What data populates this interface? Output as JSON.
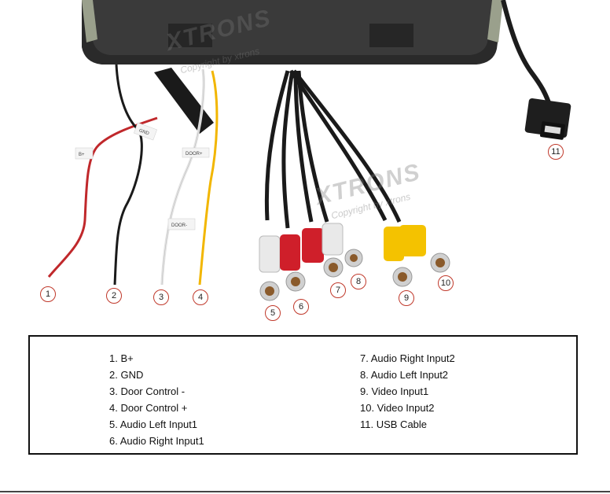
{
  "watermark": {
    "brand": "XTRONS",
    "copyright": "Copyright by xtrons"
  },
  "tags": {
    "b_plus": "B+",
    "gnd": "GND",
    "door_plus": "DOOR+",
    "door_minus": "DOOR-"
  },
  "callouts": [
    "1",
    "2",
    "3",
    "4",
    "5",
    "6",
    "7",
    "8",
    "9",
    "10",
    "11"
  ],
  "legend": {
    "left": [
      "1. B+",
      "2. GND",
      "3. Door Control -",
      "4. Door Control +",
      "5. Audio Left Input1",
      "6. Audio Right Input1"
    ],
    "right": [
      "7. Audio Right Input2",
      "8. Audio Left Input2",
      "9. Video Input1",
      "10. Video Input2",
      "11. USB Cable"
    ]
  },
  "colors": {
    "red_wire": "#c0282b",
    "black_wire": "#1a1a1a",
    "white_wire": "#e4e4e4",
    "yellow_wire": "#f2b600",
    "rca_red": "#cf1f2a",
    "rca_white": "#e9e9e9",
    "rca_yellow": "#f4c200",
    "callout_ring": "#c0392b"
  }
}
